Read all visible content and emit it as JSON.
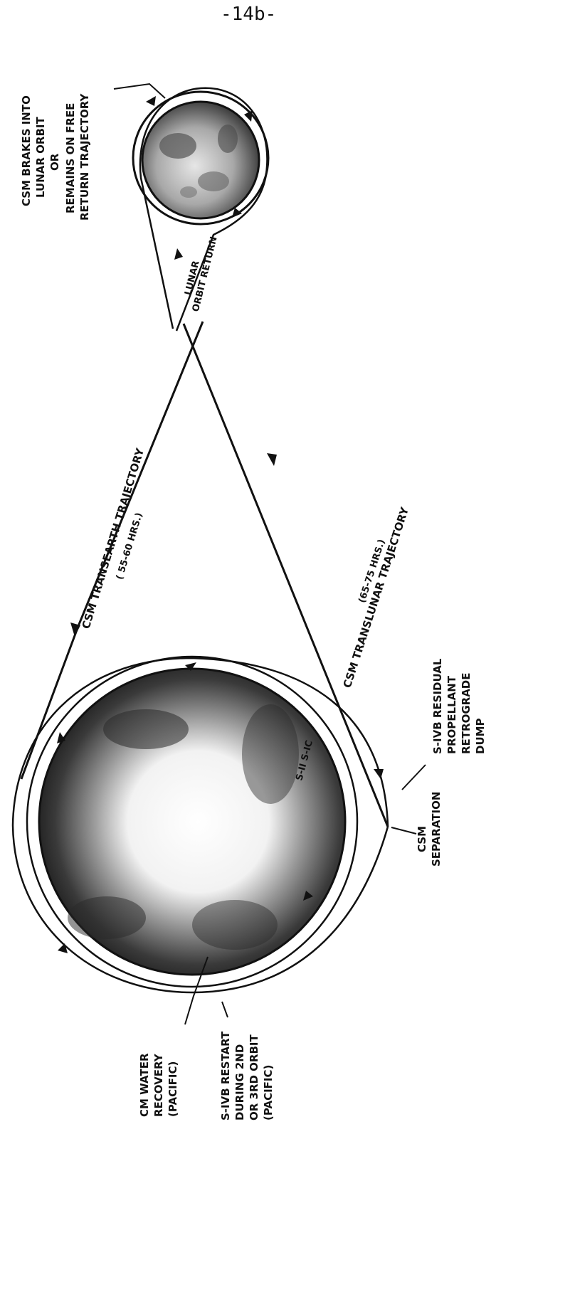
{
  "page_number": "-14b-",
  "labels": {
    "csm_brakes": [
      "CSM BRAKES INTO",
      "LUNAR ORBIT",
      "OR",
      "REMAINS ON FREE",
      "RETURN TRAJECTORY"
    ],
    "lunar_orbit_return": [
      "LUNAR",
      "ORBIT RETURN"
    ],
    "transearth": [
      "CSM TRANSEARTH TRAJECTORY",
      "( 55-60  HRS.)"
    ],
    "translunar": [
      "CSM TRANSLUNAR TRAJECTORY",
      "(65-75 HRS.)"
    ],
    "s_ivb_dump": [
      "S-IVB RESIDUAL",
      "PROPELLANT",
      "RETROGRADE",
      "DUMP"
    ],
    "csm_separation": [
      "CSM",
      "SEPARATION"
    ],
    "stages": "S-II  S-IC",
    "cm_recovery": [
      "CM WATER",
      "RECOVERY",
      "(PACIFIC)"
    ],
    "s_ivb_restart": [
      "S-IVB RESTART",
      "DURING 2ND",
      "OR 3RD ORBIT",
      "(PACIFIC)"
    ]
  },
  "colors": {
    "ink": "#111111",
    "paper": "#ffffff"
  }
}
